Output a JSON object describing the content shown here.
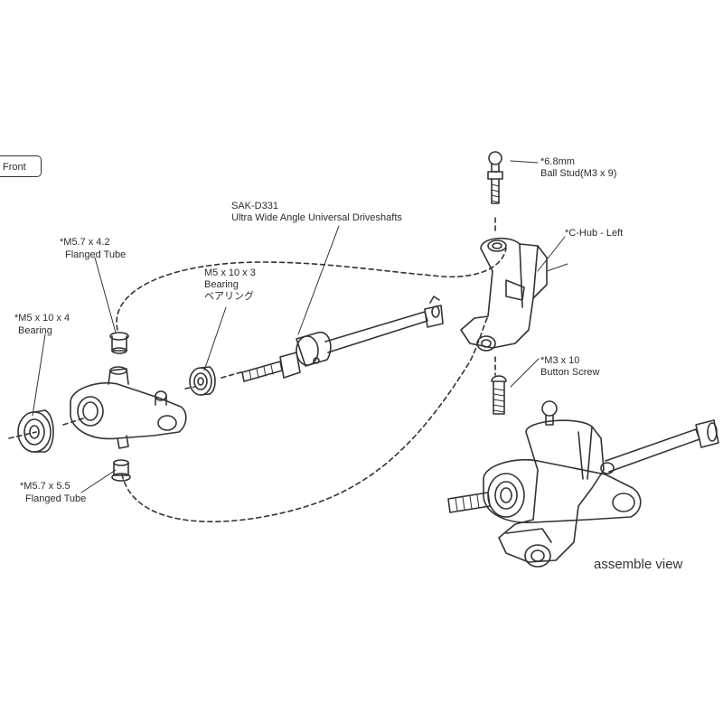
{
  "front_tab": "Front",
  "labels": {
    "driveshaft_code": "SAK-D331",
    "driveshaft_name": "Ultra Wide Angle Universal Driveshafts",
    "ball_stud_size": "*6.8mm",
    "ball_stud_name": "Ball Stud(M3 x 9)",
    "chub": "*C-Hub - Left",
    "flanged_tube_top_size": "*M5.7 x 4.2",
    "flanged_tube_top_name": "Flanged Tube",
    "bearing_mid_size": "M5 x 10 x 3",
    "bearing_mid_name": "Bearing",
    "bearing_mid_jp": "ベアリング",
    "bearing_left_size": "*M5 x 10 x 4",
    "bearing_left_name": "Bearing",
    "button_screw_size": "*M3 x 10",
    "button_screw_name": "Button Screw",
    "flanged_tube_bottom_size": "*M5.7 x 5.5",
    "flanged_tube_bottom_name": "Flanged Tube"
  },
  "caption": "assemble view",
  "colors": {
    "line": "#333333",
    "paper": "#ffffff"
  }
}
